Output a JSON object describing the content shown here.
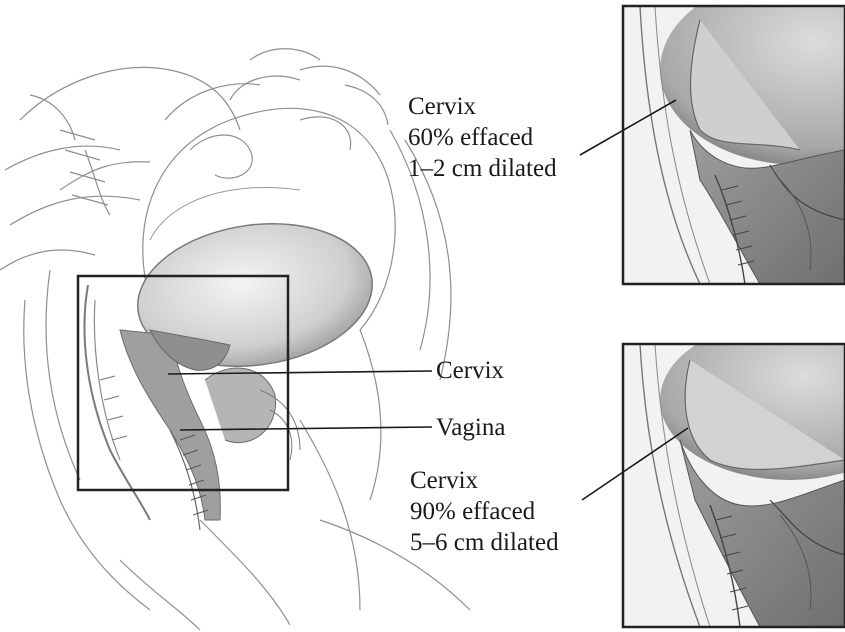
{
  "labels": {
    "top_callout": {
      "line1": "Cervix",
      "line2": "60% effaced",
      "line3": "1–2 cm dilated"
    },
    "main_cervix": "Cervix",
    "main_vagina": "Vagina",
    "bottom_callout": {
      "line1": "Cervix",
      "line2": "90% effaced",
      "line3": "5–6 cm dilated"
    }
  },
  "colors": {
    "ink": "#1a1a1a",
    "sketch": "#8a8a8a",
    "shade": "#b5b5b5",
    "frame": "#222222"
  }
}
